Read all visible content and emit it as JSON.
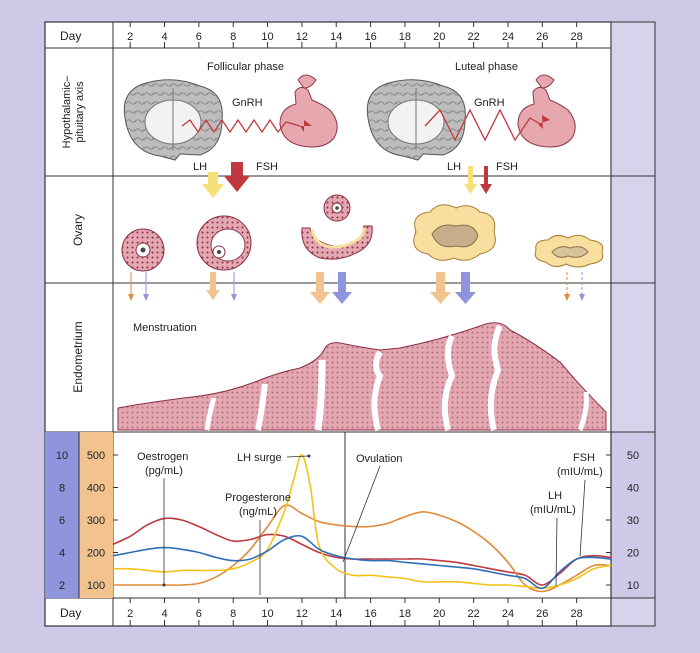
{
  "colors": {
    "background": "#cfc8e6",
    "panel": "#ffffff",
    "gutter": "#d8d2ec",
    "line": "#333333",
    "estrogen": "#c0393f",
    "progesterone": "#e08a3a",
    "lh": "#f2c31a",
    "fsh": "#2f6fb8",
    "tissue": "#e3a8b1",
    "tissue_dark": "#8b2f45",
    "follicle_fill": "#f8dfa0",
    "scale_blue": "#8f95dc",
    "scale_orange": "#f2c38e"
  },
  "days": {
    "header_label": "Day",
    "footer_label": "Day",
    "ticks": [
      "2",
      "4",
      "6",
      "8",
      "10",
      "12",
      "14",
      "16",
      "18",
      "20",
      "22",
      "24",
      "26",
      "28"
    ]
  },
  "rows": {
    "hypothalamic": "Hypothalamic–pituitary axis",
    "ovary": "Ovary",
    "endometrium": "Endometrium"
  },
  "axis": {
    "phases": [
      "Follicular phase",
      "Luteal phase"
    ],
    "gnrh": [
      "GnRH",
      "GnRH"
    ],
    "hormone_labels": [
      "LH",
      "FSH",
      "LH",
      "FSH"
    ]
  },
  "endometrium": {
    "menstruation": "Menstruation"
  },
  "chart_data": {
    "type": "line",
    "x": [
      1,
      30
    ],
    "xlim": [
      1,
      30
    ],
    "left_scale_ng": [
      "10",
      "8",
      "6",
      "4",
      "2"
    ],
    "left_scale_pg": [
      "500",
      "400",
      "300",
      "200",
      "100"
    ],
    "right_scale": [
      "50",
      "40",
      "30",
      "20",
      "10"
    ],
    "series": [
      {
        "name": "Oestrogen (pg/mL)",
        "axis": "pg/mL",
        "x": [
          1,
          2,
          3,
          4,
          5,
          6,
          7,
          8,
          9,
          10,
          11,
          12,
          13,
          14,
          15,
          16,
          17,
          18,
          19,
          20,
          21,
          22,
          23,
          24,
          25,
          26,
          27,
          28,
          29,
          30
        ],
        "values": [
          225,
          250,
          285,
          305,
          300,
          280,
          255,
          235,
          240,
          255,
          250,
          225,
          200,
          185,
          180,
          180,
          180,
          180,
          180,
          175,
          170,
          160,
          150,
          140,
          130,
          100,
          135,
          180,
          190,
          185
        ]
      },
      {
        "name": "Progesterone (ng/mL)",
        "axis": "ng/mL",
        "x": [
          1,
          2,
          3,
          4,
          5,
          6,
          7,
          8,
          9,
          10,
          11,
          12,
          13,
          14,
          15,
          16,
          17,
          18,
          19,
          20,
          21,
          22,
          23,
          24,
          25,
          26,
          27,
          28,
          29,
          30
        ],
        "values": [
          2.0,
          2.0,
          2.0,
          2.0,
          2.0,
          2.1,
          2.5,
          3.2,
          4.2,
          5.6,
          6.9,
          6.4,
          5.9,
          5.7,
          5.6,
          5.6,
          5.8,
          6.2,
          6.5,
          6.3,
          5.9,
          5.3,
          4.5,
          3.4,
          2.0,
          1.6,
          2.0,
          2.6,
          3.2,
          3.2
        ]
      },
      {
        "name": "LH (mIU/mL)",
        "axis": "mIU/mL",
        "x": [
          1,
          2,
          3,
          4,
          5,
          6,
          7,
          8,
          9,
          10,
          11,
          11.5,
          12,
          12.5,
          13,
          14,
          15,
          16,
          17,
          18,
          19,
          20,
          21,
          22,
          23,
          24,
          25,
          26,
          27,
          28,
          29,
          30
        ],
        "values": [
          15,
          15,
          14.5,
          14,
          14.5,
          14.5,
          14.5,
          15,
          17,
          21,
          33,
          42,
          50,
          40,
          22,
          15,
          13,
          13,
          12.5,
          12,
          11,
          11,
          11,
          10.5,
          10,
          10,
          9.5,
          9,
          10,
          12,
          15,
          16
        ]
      },
      {
        "name": "FSH (mIU/mL)",
        "axis": "mIU/mL",
        "x": [
          1,
          2,
          3,
          4,
          5,
          6,
          7,
          8,
          9,
          10,
          11,
          12,
          13,
          14,
          15,
          16,
          17,
          18,
          19,
          20,
          21,
          22,
          23,
          24,
          25,
          26,
          27,
          28,
          29,
          30
        ],
        "values": [
          19,
          20,
          21,
          21.5,
          21,
          20,
          18.5,
          17.5,
          18,
          20.5,
          24,
          25,
          21,
          19,
          18,
          17.5,
          17.5,
          17,
          16.5,
          16,
          15.5,
          15,
          14,
          13,
          12,
          9,
          14,
          18,
          18.5,
          18
        ]
      }
    ],
    "annotations": [
      "Oestrogen",
      "(pg/mL)",
      "LH surge",
      "Ovulation",
      "Progesterone",
      "(ng/mL)",
      "FSH",
      "(mIU/mL)",
      "LH",
      "(mIU/mL)"
    ]
  }
}
